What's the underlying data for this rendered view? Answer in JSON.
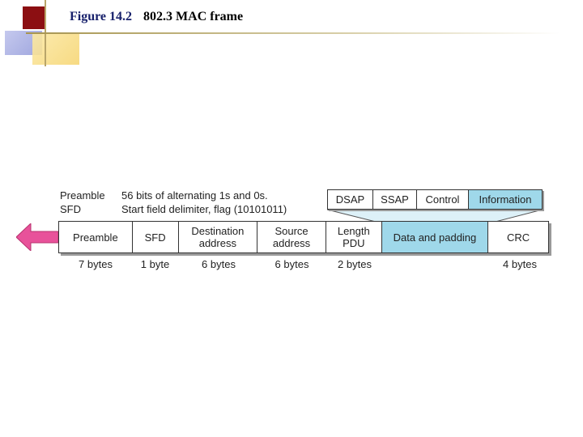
{
  "title": {
    "number": "Figure 14.2",
    "text": "802.3 MAC frame"
  },
  "legend": [
    {
      "term": "Preamble",
      "desc": "56 bits of alternating 1s and 0s."
    },
    {
      "term": "SFD",
      "desc": "Start field delimiter, flag (10101011)"
    }
  ],
  "llc_fields": [
    "DSAP",
    "SSAP",
    "Control",
    "Information"
  ],
  "frame_fields": [
    {
      "label": "Preamble",
      "size": "7 bytes"
    },
    {
      "label": "SFD",
      "size": "1 byte"
    },
    {
      "label": "Destination\naddress",
      "size": "6 bytes"
    },
    {
      "label": "Source\naddress",
      "size": "6 bytes"
    },
    {
      "label": "Length\nPDU",
      "size": "2 bytes"
    },
    {
      "label": "Data and padding",
      "size": ""
    },
    {
      "label": "CRC",
      "size": "4 bytes"
    }
  ],
  "colors": {
    "highlight": "#9fd8ea",
    "arrow": "#e8529a",
    "deco_red": "#8c0f12"
  },
  "icons": {
    "direction": "left-arrow-icon"
  }
}
